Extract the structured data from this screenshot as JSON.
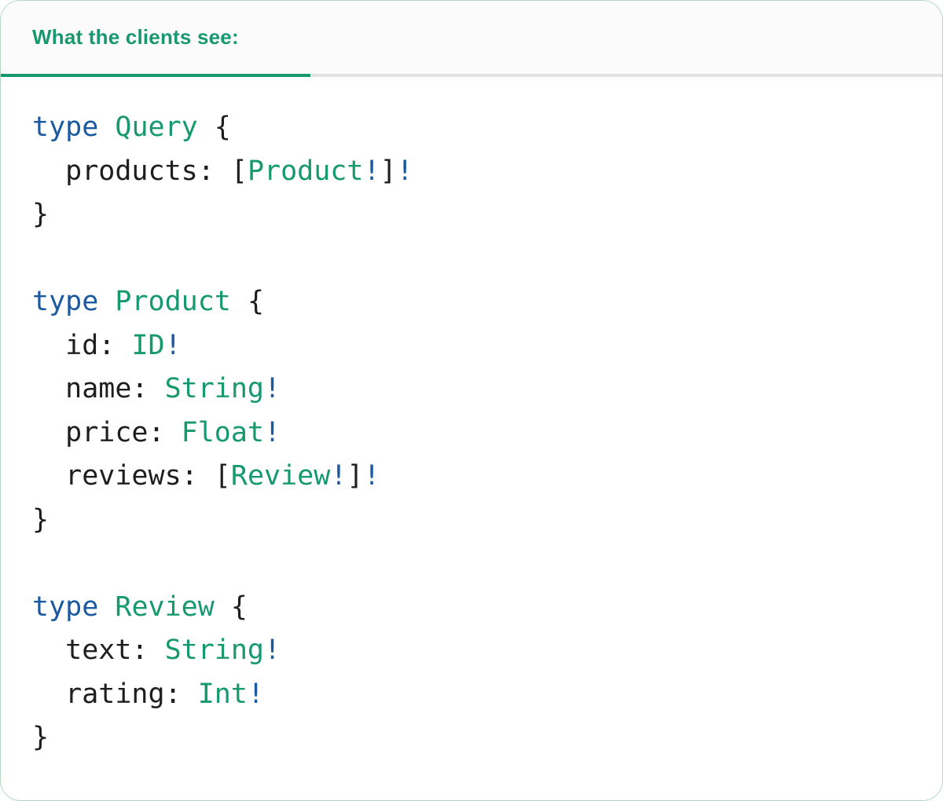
{
  "tab": {
    "label": "What the clients see:"
  },
  "colors": {
    "accent_green": "#18986F",
    "keyword_blue": "#1B5AA0",
    "type_green": "#17996F",
    "code_plain": "#1E1E1E",
    "tab_underline_green": "#18986F",
    "header_divider_gray": "#E3E3E3",
    "header_background": "#FBFBFB",
    "card_border_green": "#B2D8C3",
    "card_background": "#FFFFFF"
  },
  "code": {
    "language": "graphql-schema",
    "plain_text": "type Query {\n  products: [Product!]!\n}\n\ntype Product {\n  id: ID!\n  name: String!\n  price: Float!\n  reviews: [Review!]!\n}\n\ntype Review {\n  text: String!\n  rating: Int!\n}",
    "lines": [
      [
        {
          "t": "type",
          "c": "keyword"
        },
        {
          "t": " ",
          "c": "plain"
        },
        {
          "t": "Query",
          "c": "type"
        },
        {
          "t": " {",
          "c": "plain"
        }
      ],
      [
        {
          "t": "  products: [",
          "c": "plain"
        },
        {
          "t": "Product",
          "c": "type"
        },
        {
          "t": "!",
          "c": "bang"
        },
        {
          "t": "]",
          "c": "plain"
        },
        {
          "t": "!",
          "c": "bang"
        }
      ],
      [
        {
          "t": "}",
          "c": "plain"
        }
      ],
      [],
      [
        {
          "t": "type",
          "c": "keyword"
        },
        {
          "t": " ",
          "c": "plain"
        },
        {
          "t": "Product",
          "c": "type"
        },
        {
          "t": " {",
          "c": "plain"
        }
      ],
      [
        {
          "t": "  id: ",
          "c": "plain"
        },
        {
          "t": "ID",
          "c": "type"
        },
        {
          "t": "!",
          "c": "bang"
        }
      ],
      [
        {
          "t": "  name: ",
          "c": "plain"
        },
        {
          "t": "String",
          "c": "type"
        },
        {
          "t": "!",
          "c": "bang"
        }
      ],
      [
        {
          "t": "  price: ",
          "c": "plain"
        },
        {
          "t": "Float",
          "c": "type"
        },
        {
          "t": "!",
          "c": "bang"
        }
      ],
      [
        {
          "t": "  reviews: [",
          "c": "plain"
        },
        {
          "t": "Review",
          "c": "type"
        },
        {
          "t": "!",
          "c": "bang"
        },
        {
          "t": "]",
          "c": "plain"
        },
        {
          "t": "!",
          "c": "bang"
        }
      ],
      [
        {
          "t": "}",
          "c": "plain"
        }
      ],
      [],
      [
        {
          "t": "type",
          "c": "keyword"
        },
        {
          "t": " ",
          "c": "plain"
        },
        {
          "t": "Review",
          "c": "type"
        },
        {
          "t": " {",
          "c": "plain"
        }
      ],
      [
        {
          "t": "  text: ",
          "c": "plain"
        },
        {
          "t": "String",
          "c": "type"
        },
        {
          "t": "!",
          "c": "bang"
        }
      ],
      [
        {
          "t": "  rating: ",
          "c": "plain"
        },
        {
          "t": "Int",
          "c": "type"
        },
        {
          "t": "!",
          "c": "bang"
        }
      ],
      [
        {
          "t": "}",
          "c": "plain"
        }
      ]
    ]
  }
}
